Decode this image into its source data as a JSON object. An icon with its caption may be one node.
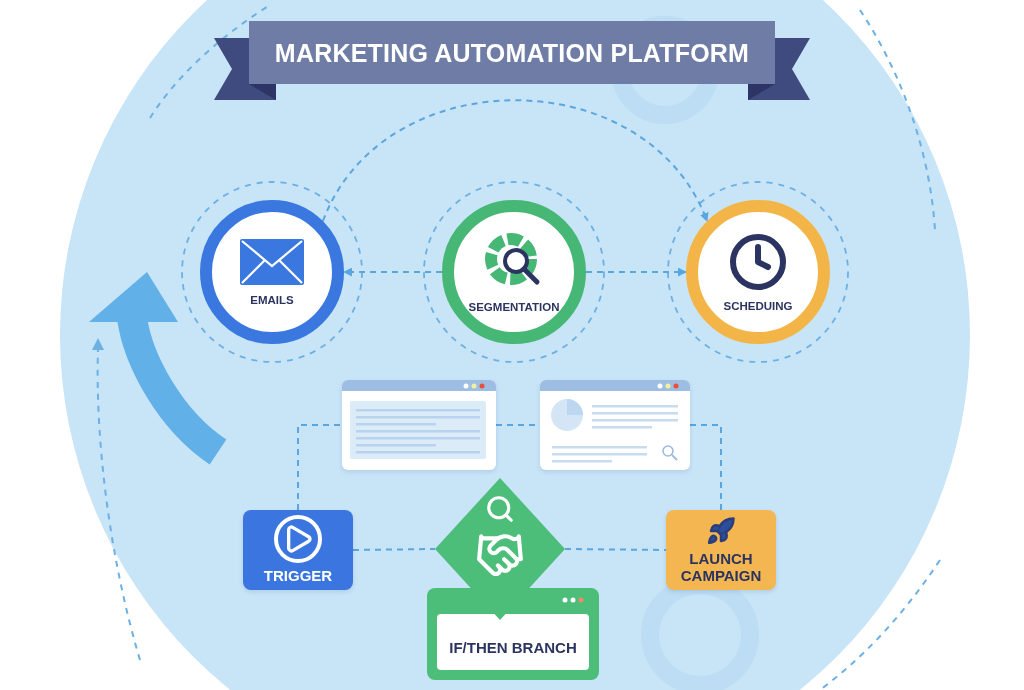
{
  "diagram": {
    "title": "MARKETING AUTOMATION PLATFORM",
    "nodes": [
      {
        "text": [
          "EMAILS"
        ]
      },
      {
        "text": [
          "SEGMENTATION"
        ]
      },
      {
        "text": [
          "SCHEDUING"
        ]
      },
      {
        "text": [],
        "shape": "box"
      },
      {
        "text": [],
        "shape": "box"
      },
      {
        "text": [
          "TRIGGER"
        ]
      },
      {
        "text": [],
        "shape": "diamond"
      },
      {
        "text": [
          "IF/THEN BRANCH"
        ]
      },
      {
        "text": [
          "LAUNCH CAMPAIGN"
        ]
      }
    ],
    "edges": [
      {
        "from": 1,
        "to": 0,
        "arrow": "to"
      },
      {
        "from": 1,
        "to": 2,
        "arrow": "to"
      },
      {
        "from": 0,
        "to": 2,
        "arrow": "to"
      },
      {
        "from": 5,
        "to": 6,
        "arrow": "none"
      },
      {
        "from": 6,
        "to": 8,
        "arrow": "none"
      },
      {
        "from": 5,
        "to": 3,
        "arrow": "none"
      },
      {
        "from": 3,
        "to": 4,
        "arrow": "none"
      },
      {
        "from": 4,
        "to": 8,
        "arrow": "none"
      }
    ]
  }
}
